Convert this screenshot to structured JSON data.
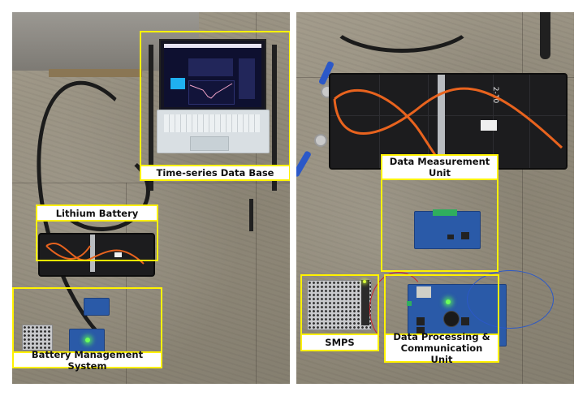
{
  "figure": {
    "left_panel": {
      "description": "Overall test setup photo",
      "labels": {
        "database": "Time-series Data Base",
        "battery": "Lithium Battery",
        "bms": "Battery Management System"
      }
    },
    "right_panel": {
      "description": "Close-up of BMS hardware",
      "labels": {
        "measurement": "Data Measurement Unit",
        "smps": "SMPS",
        "processing": "Data Processing & Communication Unit"
      },
      "battery_marking": "2-10"
    },
    "colors": {
      "callout_border": "#fff200",
      "label_background": "#ffffff",
      "label_text": "#111111",
      "status_led": "#6dff5a",
      "pcb": "#2a5aa8",
      "orange_wire": "#e8631e"
    }
  }
}
